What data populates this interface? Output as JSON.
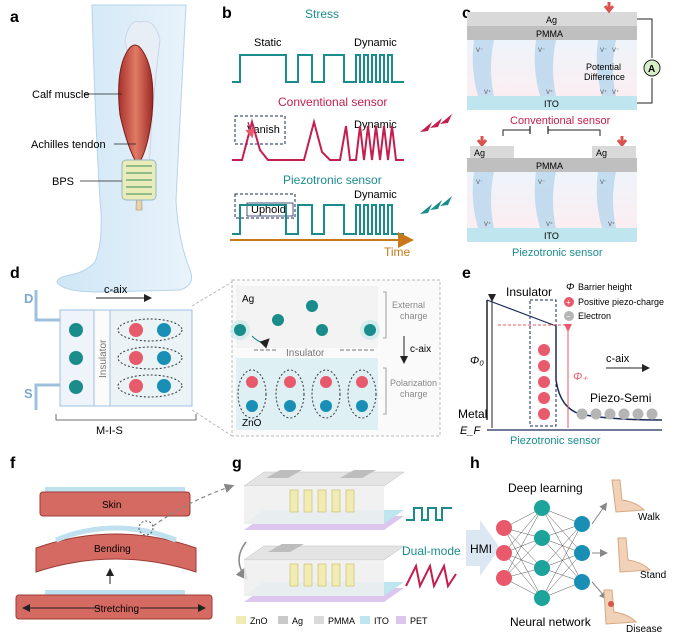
{
  "panel_letters": [
    "a",
    "b",
    "c",
    "d",
    "e",
    "f",
    "g",
    "h"
  ],
  "panel_a": {
    "labels": [
      "Calf muscle",
      "Achilles tendon",
      "BPS"
    ]
  },
  "panel_b": {
    "stress": {
      "title": "Stress",
      "static": "Static",
      "dynamic": "Dynamic"
    },
    "conventional": {
      "title": "Conventional sensor",
      "note": "Vanish",
      "dynamic": "Dynamic"
    },
    "piezotronic": {
      "title": "Piezotronic sensor",
      "note": "Uphold",
      "dynamic": "Dynamic"
    },
    "x_axis": "Time"
  },
  "panel_c": {
    "top": {
      "ag": "Ag",
      "pmma": "PMMA",
      "ito": "ITO",
      "ammeter": "A",
      "potential": "Potential",
      "difference": "Difference",
      "caption": "Conventional sensor",
      "vminus": "V⁻",
      "vplus": "V⁺"
    },
    "bottom": {
      "ag_left": "Ag",
      "ag_right": "Ag",
      "pmma": "PMMA",
      "ito": "ITO",
      "caption": "Piezotronic sensor",
      "vminus": "V⁻",
      "vplus": "V⁺"
    }
  },
  "panel_d": {
    "D": "D",
    "S": "S",
    "caxis": "c-aix",
    "insulator": "Insulator",
    "mis": "M-I-S",
    "zoom": {
      "ag": "Ag",
      "insulator": "Insulator",
      "caxis": "c-aix",
      "zno": "ZnO",
      "external_charge": [
        "External",
        "charge"
      ],
      "polarization_charge": [
        "Polarization",
        "charge"
      ]
    }
  },
  "panel_e": {
    "insulator": "Insulator",
    "phi0": "Φ₀",
    "phi_plus": "Φ₊",
    "caxis": "c-aix",
    "piezo_semi": "Piezo-Semi",
    "metal": "Metal",
    "ef": "E_F",
    "caption": "Piezotronic sensor",
    "legend": [
      {
        "symbol": "Φ",
        "text": "Barrier height"
      },
      {
        "symbol": "+",
        "text": "Positive piezo-charge"
      },
      {
        "symbol": "−",
        "text": "Electron"
      }
    ]
  },
  "panel_f": {
    "labels": [
      "Skin",
      "Bending",
      "Stretching"
    ]
  },
  "panel_g": {
    "legend": [
      {
        "name": "ZnO",
        "color": "#f1ecb4"
      },
      {
        "name": "Ag",
        "color": "#c9c9c9"
      },
      {
        "name": "PMMA",
        "color": "#dadada"
      },
      {
        "name": "ITO",
        "color": "#bfe6ee"
      },
      {
        "name": "PET",
        "color": "#dcc6ee"
      }
    ]
  },
  "panel_h": {
    "dual_mode": "Dual-mode",
    "hmi": "HMI",
    "deep_learning": "Deep learning",
    "neural_network": "Neural network",
    "outputs": [
      "Walk",
      "Stand",
      "Disease"
    ]
  },
  "colors": {
    "teal": "#1b8c8c",
    "crimson": "#c41e4e",
    "orange": "#c87818",
    "ito": "#bfe6ee",
    "pink": "#e85a6b",
    "blue": "#1a8fb5"
  }
}
